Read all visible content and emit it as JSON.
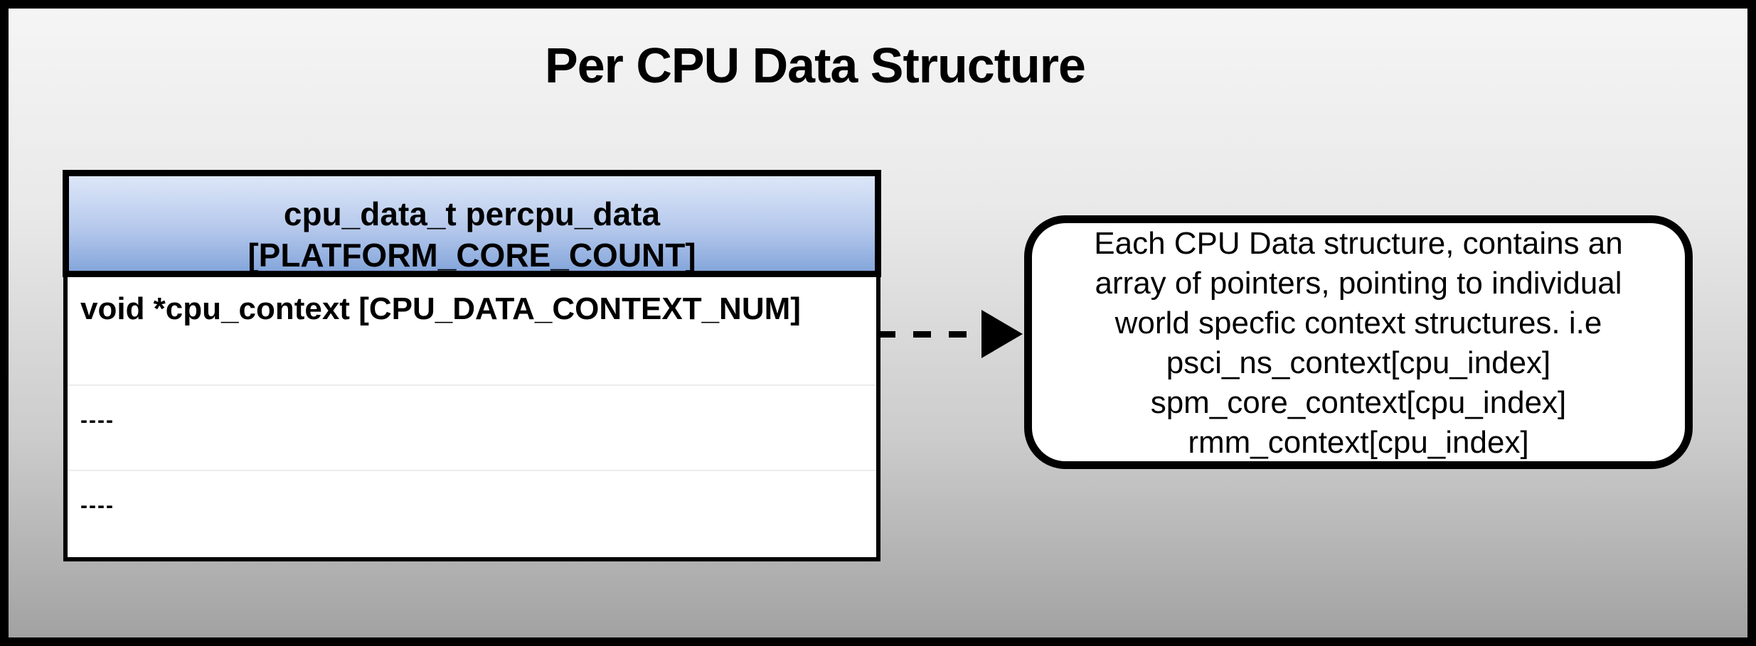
{
  "title": "Per CPU Data Structure",
  "struct_table": {
    "header": {
      "line1": "cpu_data_t percpu_data",
      "line2": "[PLATFORM_CORE_COUNT]"
    },
    "rows": [
      {
        "label": "void *cpu_context [CPU_DATA_CONTEXT_NUM]"
      },
      {
        "label": "----"
      },
      {
        "label": "----"
      }
    ]
  },
  "arrow": {
    "style": "dashed",
    "direction": "right",
    "from": "cpu_context row",
    "to": "callout note"
  },
  "callout": {
    "lines": [
      "Each CPU Data structure, contains an",
      "array of pointers, pointing to individual",
      "world specfic context structures. i.e",
      "psci_ns_context[cpu_index]",
      "spm_core_context[cpu_index]",
      "rmm_context[cpu_index]"
    ]
  },
  "colors": {
    "border": "#000000",
    "background_top": "#f5f5f5",
    "background_bottom": "#a2a2a2",
    "header_gradient_top": "#dce6f8",
    "header_gradient_bottom": "#85a6db",
    "box_fill": "#ffffff",
    "row_divider": "#ececec",
    "text": "#000000"
  }
}
